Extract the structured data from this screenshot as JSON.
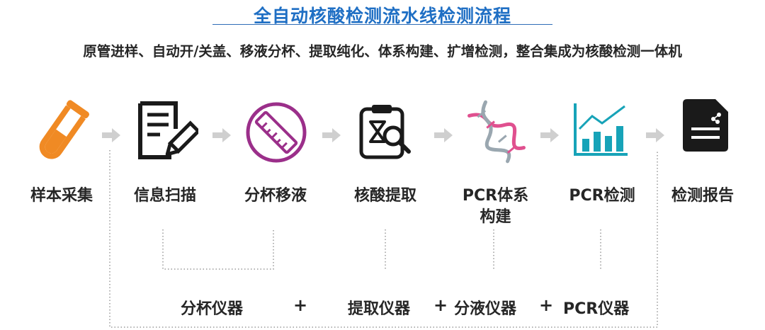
{
  "title": "全自动核酸检测流水线检测流程",
  "subtitle": "原管进样、自动开/关盖、移液分杯、提取纯化、体系构建、扩增检测，整合集成为核酸检测一体机",
  "steps": [
    {
      "label": "样本采集",
      "icon": "test-tube-icon"
    },
    {
      "label": "信息扫描",
      "icon": "document-edit-icon"
    },
    {
      "label": "分杯移液",
      "icon": "pipette-ruler-icon"
    },
    {
      "label": "核酸提取",
      "icon": "clipboard-search-icon"
    },
    {
      "label": "PCR体系构建",
      "icon": "dna-helix-icon"
    },
    {
      "label": "PCR检测",
      "icon": "bar-chart-icon"
    },
    {
      "label": "检测报告",
      "icon": "report-document-icon"
    }
  ],
  "devices": [
    "分杯仪器",
    "提取仪器",
    "分液仪器",
    "PCR仪器"
  ],
  "plus_sign": "+",
  "colors": {
    "title": "#1f6fc4",
    "orange": "#f08a24",
    "purple": "#9b2f8a",
    "teal": "#17a3b8",
    "arrow": "#cfcfcf",
    "dna_pink": "#e0508f",
    "dna_gray": "#9aa7b0"
  }
}
